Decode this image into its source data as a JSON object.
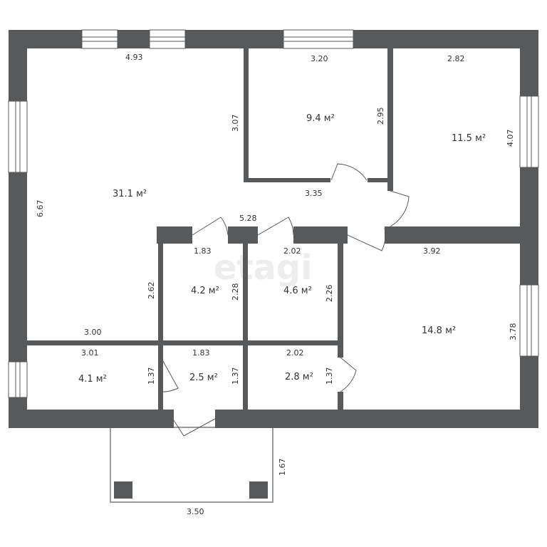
{
  "plan": {
    "watermark": "etagi",
    "rooms": {
      "living": {
        "area": "31.1 м²"
      },
      "bedroom_small": {
        "area": "9.4 м²"
      },
      "bedroom_ne": {
        "area": "11.5 м²"
      },
      "closet_1": {
        "area": "4.2 м²"
      },
      "closet_2": {
        "area": "4.6 м²"
      },
      "bedroom_se": {
        "area": "14.8 м²"
      },
      "room_sw": {
        "area": "4.1 м²"
      },
      "entry": {
        "area": "2.5 м²"
      },
      "bath": {
        "area": "2.8 м²"
      }
    },
    "dims": {
      "top_left": "4.93",
      "top_mid": "3.20",
      "top_right": "2.82",
      "left_height": "6.67",
      "living_inner": "3.07",
      "small_right": "2.95",
      "ne_right": "4.07",
      "corridor_a": "3.35",
      "corridor_b": "5.28",
      "closet1_w": "1.83",
      "closet2_w": "2.02",
      "se_w": "3.92",
      "closet1_left": "2.62",
      "closet1_right": "2.28",
      "closet2_right": "2.26",
      "se_right": "3.78",
      "living_bottom": "3.00",
      "sw_w": "3.01",
      "entry_w": "1.83",
      "bath_w": "2.02",
      "sw_h": "1.37",
      "entry_h": "1.37",
      "bath_h": "1.37",
      "balcony_h": "1.67",
      "balcony_w": "3.50"
    }
  }
}
